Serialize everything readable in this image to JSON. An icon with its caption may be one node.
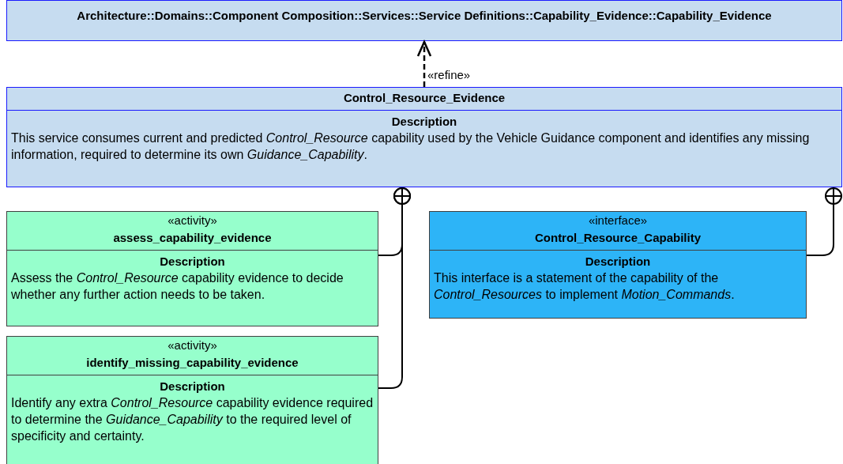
{
  "diagram": {
    "nodes": [
      {
        "text": [
          "Architecture::Domains::Component Composition::Services::Service Definitions::Capability_Evidence::Capability_Evidence"
        ]
      },
      {
        "text": [
          "Control_Resource_Evidence",
          "Description",
          "This service consumes current and predicted *Control_Resource* capability used by the Vehicle Guidance component and identifies any missing information, required to determine its own *Guidance_Capability*."
        ]
      },
      {
        "text": [
          "«activity»",
          "assess_capability_evidence",
          "Description",
          "Assess the *Control_Resource* capability evidence to decide whether any further action needs to be taken."
        ]
      },
      {
        "text": [
          "«activity»",
          "identify_missing_capability_evidence",
          "Description",
          "Identify any extra *Control_Resource* capability evidence required to determine the *Guidance_Capability* to the required level of specificity and certainty."
        ]
      },
      {
        "text": [
          "«interface»",
          "Control_Resource_Capability",
          "Description",
          "This interface is a statement of the capability of the *Control_Resources* to implement *Motion_Commands*."
        ]
      }
    ],
    "edges": [
      {
        "from": 1,
        "to": 0,
        "arrow": "to",
        "style": "dashed",
        "label": "«refine»"
      },
      {
        "from": 2,
        "to": 1,
        "arrow": "other"
      },
      {
        "from": 3,
        "to": 1,
        "arrow": "other"
      },
      {
        "from": 4,
        "to": 1,
        "arrow": "other"
      }
    ]
  }
}
